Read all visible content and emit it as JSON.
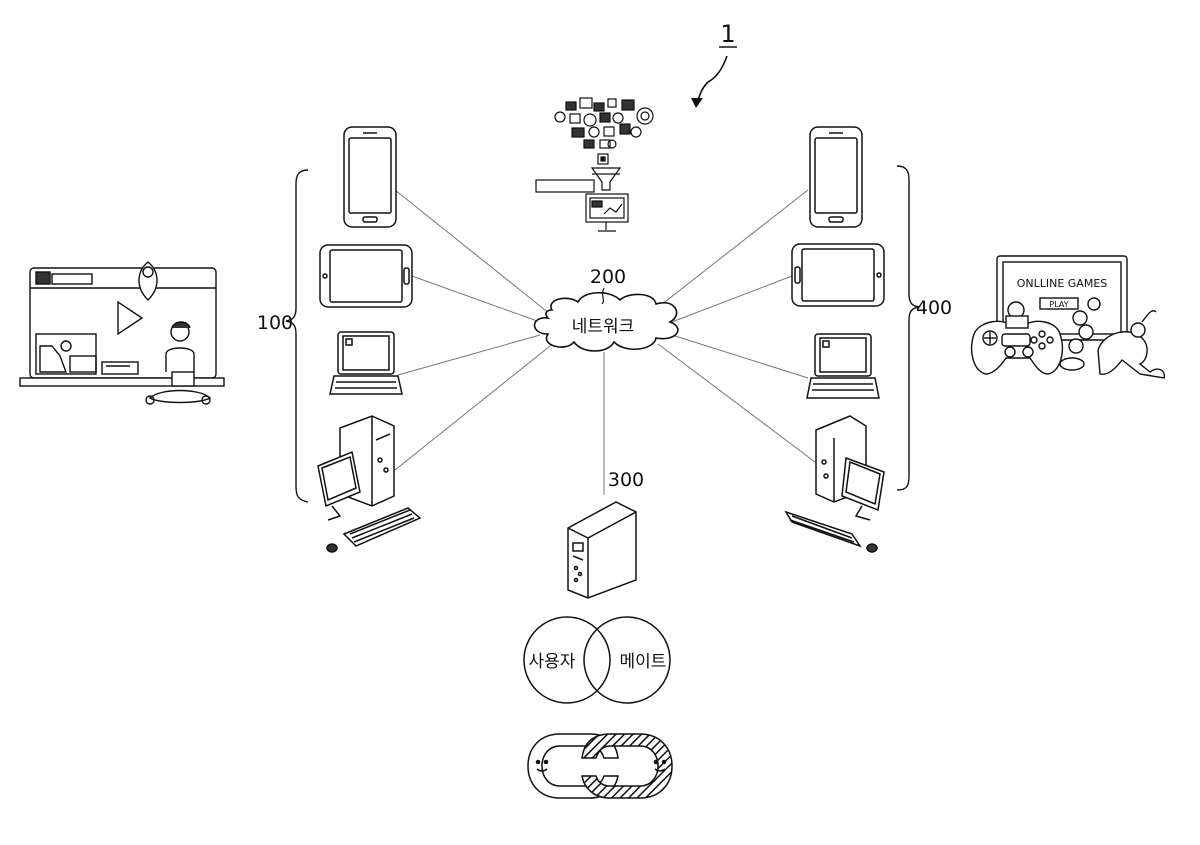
{
  "figure": {
    "ref_number": "1",
    "network": {
      "ref": "200",
      "label": "네트워크"
    },
    "left_group_ref": "100",
    "right_group_ref": "400",
    "server_ref": "300",
    "venn": {
      "left": "사용자",
      "right": "메이트"
    },
    "game_screen": {
      "title": "ONLLINE GAMES",
      "button": "PLAY"
    }
  }
}
